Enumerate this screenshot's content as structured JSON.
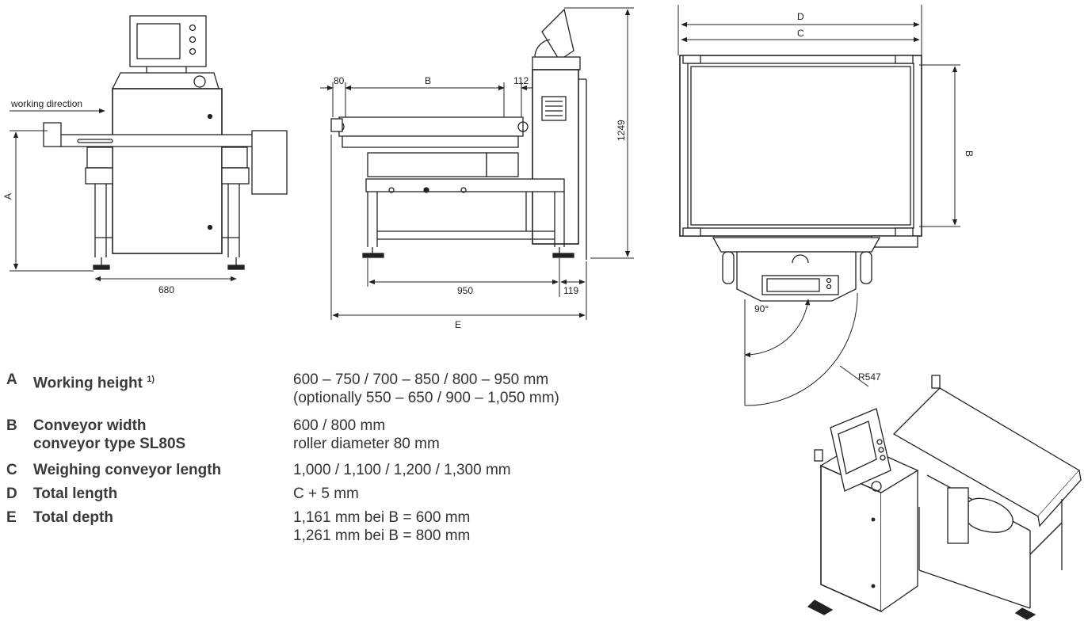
{
  "views": {
    "front": {
      "working_direction": "working direction",
      "dim_a": "A",
      "dim_width": "680"
    },
    "side": {
      "dim_left": "80",
      "dim_b": "B",
      "dim_right": "112",
      "dim_height": "1249",
      "dim_frame": "950",
      "dim_foot": "119",
      "dim_e": "E"
    },
    "top": {
      "dim_d": "D",
      "dim_c": "C",
      "dim_b": "B",
      "angle": "90°",
      "radius": "R547"
    }
  },
  "specs": [
    {
      "letter": "A",
      "name": "Working height",
      "footnote": "1)",
      "values": [
        "600 – 750 / 700 – 850 / 800 – 950 mm",
        "(optionally 550 – 650 / 900 – 1,050 mm)"
      ]
    },
    {
      "letter": "B",
      "name": "Conveyor width",
      "name2": "conveyor type SL80S",
      "values": [
        "600 / 800 mm",
        "roller diameter 80 mm"
      ]
    },
    {
      "letter": "C",
      "name": "Weighing conveyor length",
      "values": [
        "1,000 / 1,100 / 1,200 / 1,300 mm"
      ]
    },
    {
      "letter": "D",
      "name": "Total length",
      "values": [
        "C + 5 mm"
      ]
    },
    {
      "letter": "E",
      "name": "Total depth",
      "values": [
        "1,161 mm bei B = 600 mm",
        "1,261 mm bei B = 800 mm"
      ]
    }
  ]
}
